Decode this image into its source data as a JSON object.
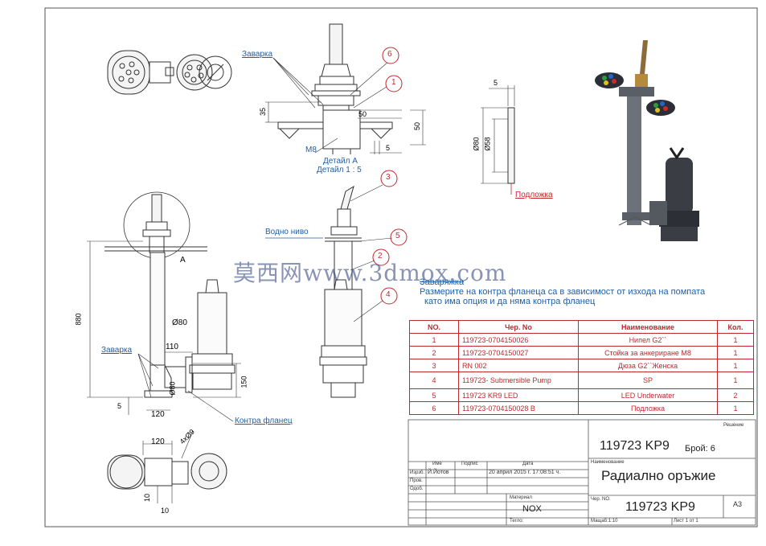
{
  "labels": {
    "weld_top": "Заварка",
    "balloon_6": "6",
    "balloon_1": "1",
    "balloon_3": "3",
    "balloon_5": "5",
    "balloon_2": "2",
    "balloon_4": "4",
    "dim_35": "35",
    "dim_50_top": "50",
    "dim_50_side": "50",
    "dim_5_top": "5",
    "m8": "M8",
    "detail_a": "Детайл А",
    "detail_scale": "Детайл 1 : 5",
    "plate_dim_5": "5",
    "plate_d80": "Ø80",
    "plate_d58": "Ø58",
    "plate_label": "Подложка",
    "water_level": "Водно ниво",
    "a_marker": "A",
    "weld_left": "Заварка",
    "dim_880": "880",
    "dim_d80": "Ø80",
    "dim_110": "110",
    "dim_d80_b": "Ø80",
    "dim_150": "150",
    "dim_5_b": "5",
    "dim_120": "120",
    "counter_flange": "Контра фланец",
    "dim_120_b": "120",
    "dim_4xd9": "4xØ9",
    "dim_10": "10",
    "dim_10_b": "10",
    "note_strike": "Заваряжка",
    "note_line1": "Размерите на контра фланеца са в зависимост от изхода на помпата",
    "note_line2": "като има опция и да няма контра фланец",
    "watermark": "莫西网www.3dmox.com"
  },
  "bom": {
    "headers": [
      "NO.",
      "Чер. No",
      "Наименование",
      "Кол."
    ],
    "rows": [
      {
        "no": "1",
        "code": "119723-0704150026",
        "name": "Нипел G2``",
        "qty": "1"
      },
      {
        "no": "2",
        "code": "119723-0704150027",
        "name": "Стойка за анкериране М8",
        "qty": "1"
      },
      {
        "no": "3",
        "code": "RN 002",
        "name": "Дюза G2``Женска",
        "qty": "1"
      },
      {
        "no": "4",
        "code": "119723- Submersible Pump",
        "name": "SP",
        "qty": "1"
      },
      {
        "no": "5",
        "code": "119723 KR9 LED",
        "name": "LED Underwater",
        "qty": "2"
      },
      {
        "no": "6",
        "code": "119723-0704150028 B",
        "name": "Подложка",
        "qty": "1"
      }
    ]
  },
  "title_block": {
    "number_top": "119723 KP9",
    "count": "Брой: 6",
    "name_label": "Наименование",
    "name": "Радиално оръжие",
    "material_label": "Материал",
    "material": "NOX",
    "drawing_no_label": "Чер. NO.",
    "drawing_no": "119723 KP9",
    "sheet_size": "A3",
    "scale": "Мащаб:1:10",
    "sheet": "Лист 1 от 1",
    "weight": "Тегло:",
    "col_name": "Име",
    "col_sign": "Подпис",
    "col_date": "Дата",
    "row_drawn": "Изрзб.",
    "row_checked": "Пров.",
    "row_approved": "Одоб.",
    "drawn_by": "Й.Йотов",
    "date": "20 април 2015 г. 17:08:51 ч.",
    "applied": "Решение"
  },
  "colors": {
    "blue": "#1f5fa8",
    "red": "#c0282d",
    "line": "#333333",
    "metal": "#8a8e96",
    "dark": "#3a3d44"
  }
}
